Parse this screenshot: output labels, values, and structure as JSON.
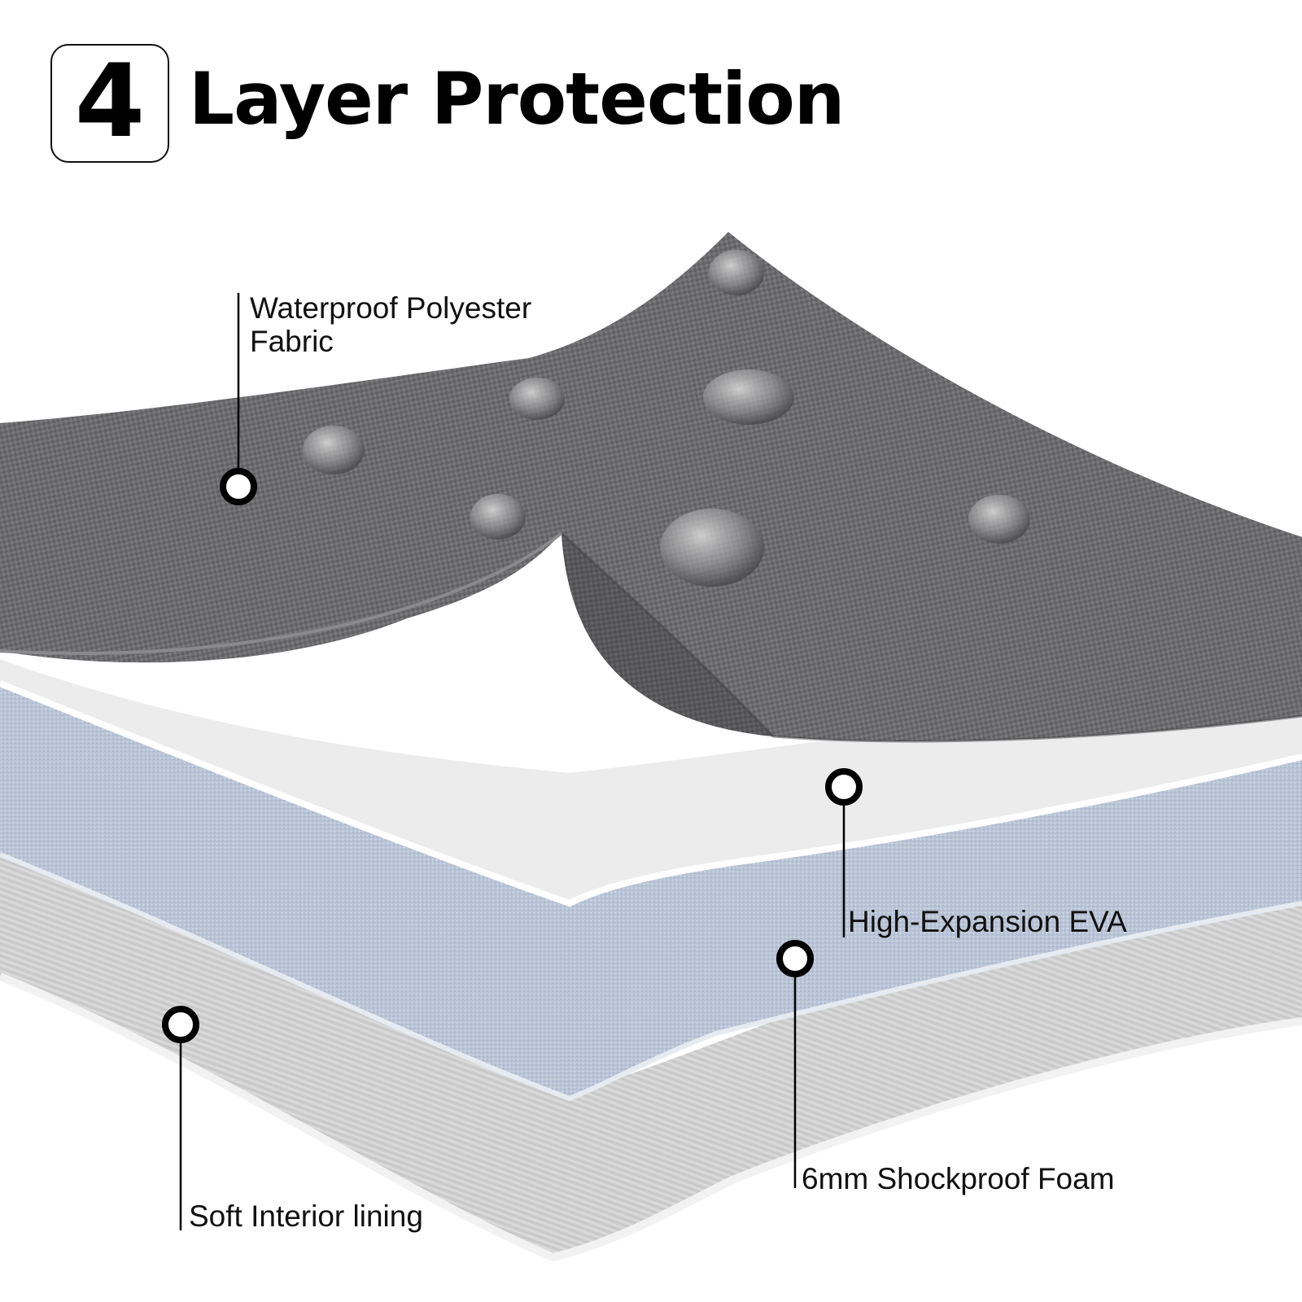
{
  "header": {
    "badge_number": "4",
    "title": "Layer Protection"
  },
  "layers": {
    "fabric": {
      "label_line1": "Waterproof Polyester",
      "label_line2": "Fabric"
    },
    "eva": {
      "label": "High-Expansion EVA"
    },
    "foam": {
      "label": "6mm Shockproof Foam"
    },
    "lining": {
      "label": "Soft Interior lining"
    }
  },
  "colors": {
    "fabric_gray": "#6e6e70",
    "eva_white": "#ececec",
    "foam_blue": "#b7c2d4",
    "lining_gray": "#cfcfcf",
    "marker": "#000000"
  }
}
